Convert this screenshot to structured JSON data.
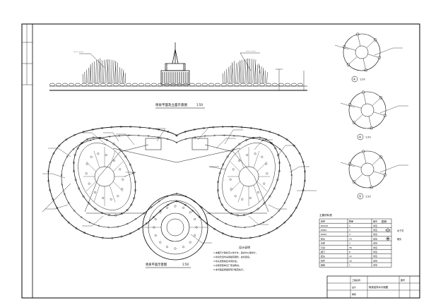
{
  "drawing": {
    "elevation_title": "喷泉平面及立面示意图",
    "elevation_scale": "1:50",
    "plan_title": "喷泉平面示意图",
    "plan_scale": "1:50",
    "detail_labels": [
      "①",
      "②",
      "③"
    ],
    "detail_scale": "1:20",
    "notes_title": "设计说明",
    "notes": [
      "1.本图尺寸除标高以米计外，其余均以毫米计。",
      "2.喷泉管道均采用镀锌钢管，丝扣连接。",
      "3.喷头安装前应冲洗管道。",
      "4.水泵安装参见厂家说明书。",
      "5.未尽事宜按国家现行规范执行。"
    ]
  },
  "table": {
    "title": "主要材料表",
    "headers": [
      "名称",
      "数量",
      "备注"
    ],
    "rows": [
      [
        "DN100",
        "1",
        "详见"
      ],
      [
        "DN80",
        "2",
        "详见"
      ],
      [
        "DN50",
        "4",
        "详见"
      ],
      [
        "喷头",
        "24",
        "详见"
      ],
      [
        "水泵",
        "2",
        "详见"
      ],
      [
        "灯具",
        "36",
        "详见"
      ],
      [
        "阀门",
        "8",
        "详见"
      ],
      [
        "接头",
        "12",
        "详见"
      ],
      [
        "管件",
        "16",
        "详见"
      ],
      [
        "其他",
        "1",
        "详见"
      ]
    ]
  },
  "legend": {
    "title": "图例",
    "items": [
      "水下灯",
      "喷头"
    ]
  },
  "title_block": {
    "drawing_name": "喷泉给排水平面图",
    "sheet_label": "图号",
    "rows": [
      "工程名称",
      "设计",
      "审核"
    ]
  },
  "colors": {
    "ink": "#000000",
    "paper": "#ffffff"
  }
}
